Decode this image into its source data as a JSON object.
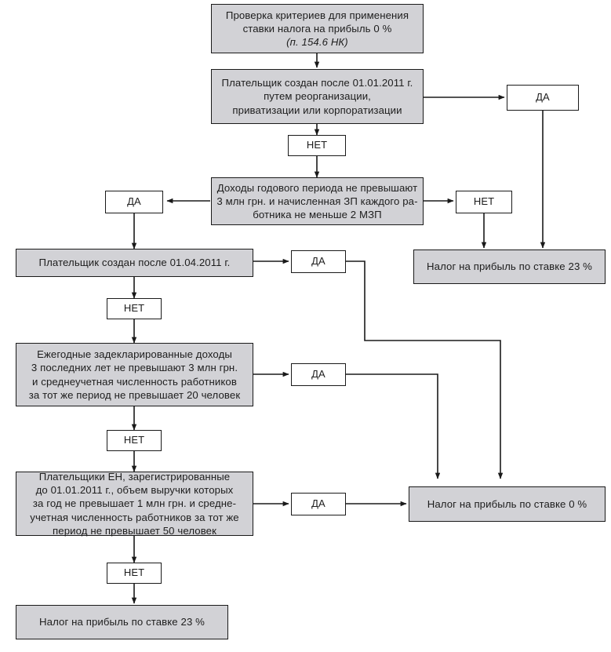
{
  "diagram": {
    "title": "Проверка критериев для применения ставки налога на прибыль 0 %",
    "colors": {
      "process_fill": "#d2d2d6",
      "decision_fill": "#ffffff",
      "stroke": "#1a1a1a",
      "text": "#1d1d1d",
      "background": "#ffffff"
    }
  },
  "nodes": {
    "start": {
      "line1": "Проверка критериев для применения",
      "line2": "ставки налога на прибыль 0 %",
      "line3": "(п. 154.6 НК)"
    },
    "cond_reorg": {
      "line1": "Плательщик создан после 01.01.2011 г.",
      "line2": "путем реорганизации,",
      "line3": "приватизации или корпоратизации"
    },
    "cond_income": {
      "line1": "Доходы годового периода не превышают",
      "line2": "3 млн грн. и начисленная ЗП каждого ра-",
      "line3": "ботника не меньше 2 МЗП"
    },
    "cond_april": {
      "line1": "Плательщик создан после 01.04.2011 г."
    },
    "cond_declared": {
      "line1": "Ежегодные задекларированные доходы",
      "line2": "3 последних лет не превышают 3 млн грн.",
      "line3": "и среднеучетная численность работников",
      "line4": "за тот же период не превышает 20 человек"
    },
    "cond_en": {
      "line1": "Плательщики ЕН, зарегистрированные",
      "line2": "до 01.01.2011 г., объем выручки которых",
      "line3": "за год не превышает 1 млн грн. и средне-",
      "line4": "учетная численность работников за тот же",
      "line5": "период не превышает 50 человек"
    },
    "result_23_right": {
      "line1": "Налог на прибыль по ставке 23 %"
    },
    "result_0": {
      "line1": "Налог на прибыль по ставке 0 %"
    },
    "result_23_bottom": {
      "line1": "Налог на прибыль по ставке 23 %"
    }
  },
  "labels": {
    "yes": "ДА",
    "no": "НЕТ",
    "yes_reorg": "ДА",
    "no_reorg": "НЕТ",
    "yes_income": "ДА",
    "no_income": "НЕТ",
    "yes_april": "ДА",
    "no_april": "НЕТ",
    "yes_declared": "ДА",
    "no_declared": "НЕТ",
    "yes_en": "ДА",
    "no_en": "НЕТ"
  },
  "chart_data": {
    "type": "flowchart",
    "title": "Проверка критериев для применения ставки налога на прибыль 0 % (п. 154.6 НК)",
    "orientation": "top-down",
    "nodes": [
      {
        "id": "start",
        "shape": "process",
        "fill": "#d2d2d6",
        "text": "Проверка критериев для применения ставки налога на прибыль 0 % (п. 154.6 НК)"
      },
      {
        "id": "cond_reorg",
        "shape": "process",
        "fill": "#d2d2d6",
        "text": "Плательщик создан после 01.01.2011 г. путем реорганизации, приватизации или корпоратизации"
      },
      {
        "id": "yes_reorg",
        "shape": "label",
        "fill": "#ffffff",
        "text": "ДА"
      },
      {
        "id": "no_reorg",
        "shape": "label",
        "fill": "#ffffff",
        "text": "НЕТ"
      },
      {
        "id": "cond_income",
        "shape": "process",
        "fill": "#d2d2d6",
        "text": "Доходы годового периода не превышают 3 млн грн. и начисленная ЗП каждого работника не меньше 2 МЗП"
      },
      {
        "id": "yes_income",
        "shape": "label",
        "fill": "#ffffff",
        "text": "ДА"
      },
      {
        "id": "no_income",
        "shape": "label",
        "fill": "#ffffff",
        "text": "НЕТ"
      },
      {
        "id": "cond_april",
        "shape": "process",
        "fill": "#d2d2d6",
        "text": "Плательщик создан после 01.04.2011 г."
      },
      {
        "id": "yes_april",
        "shape": "label",
        "fill": "#ffffff",
        "text": "ДА"
      },
      {
        "id": "no_april",
        "shape": "label",
        "fill": "#ffffff",
        "text": "НЕТ"
      },
      {
        "id": "cond_declared",
        "shape": "process",
        "fill": "#d2d2d6",
        "text": "Ежегодные задекларированные доходы 3 последних лет не превышают 3 млн грн. и среднеучетная численность работников за тот же период не превышает 20 человек"
      },
      {
        "id": "yes_declared",
        "shape": "label",
        "fill": "#ffffff",
        "text": "ДА"
      },
      {
        "id": "no_declared",
        "shape": "label",
        "fill": "#ffffff",
        "text": "НЕТ"
      },
      {
        "id": "cond_en",
        "shape": "process",
        "fill": "#d2d2d6",
        "text": "Плательщики ЕН, зарегистрированные до 01.01.2011 г., объем выручки которых за год не превышает 1 млн грн. и среднеучетная численность работников за тот же период не превышает 50 человек"
      },
      {
        "id": "yes_en",
        "shape": "label",
        "fill": "#ffffff",
        "text": "ДА"
      },
      {
        "id": "no_en",
        "shape": "label",
        "fill": "#ffffff",
        "text": "НЕТ"
      },
      {
        "id": "result_23_right",
        "shape": "process",
        "fill": "#d2d2d6",
        "text": "Налог на прибыль по ставке 23 %"
      },
      {
        "id": "result_0",
        "shape": "process",
        "fill": "#d2d2d6",
        "text": "Налог на прибыль по ставке 0 %"
      },
      {
        "id": "result_23_bottom",
        "shape": "process",
        "fill": "#d2d2d6",
        "text": "Налог на прибыль по ставке 23 %"
      }
    ],
    "edges": [
      {
        "from": "start",
        "to": "cond_reorg",
        "label": ""
      },
      {
        "from": "cond_reorg",
        "to": "yes_reorg",
        "label": "ДА"
      },
      {
        "from": "cond_reorg",
        "to": "no_reorg",
        "label": "НЕТ"
      },
      {
        "from": "yes_reorg",
        "to": "result_23_right",
        "label": ""
      },
      {
        "from": "no_reorg",
        "to": "cond_income",
        "label": ""
      },
      {
        "from": "cond_income",
        "to": "yes_income",
        "label": "ДА"
      },
      {
        "from": "cond_income",
        "to": "no_income",
        "label": "НЕТ"
      },
      {
        "from": "no_income",
        "to": "result_23_right",
        "label": ""
      },
      {
        "from": "yes_income",
        "to": "cond_april",
        "label": ""
      },
      {
        "from": "cond_april",
        "to": "yes_april",
        "label": "ДА"
      },
      {
        "from": "cond_april",
        "to": "no_april",
        "label": "НЕТ"
      },
      {
        "from": "yes_april",
        "to": "result_0",
        "label": ""
      },
      {
        "from": "no_april",
        "to": "cond_declared",
        "label": ""
      },
      {
        "from": "cond_declared",
        "to": "yes_declared",
        "label": "ДА"
      },
      {
        "from": "cond_declared",
        "to": "no_declared",
        "label": "НЕТ"
      },
      {
        "from": "yes_declared",
        "to": "result_0",
        "label": ""
      },
      {
        "from": "no_declared",
        "to": "cond_en",
        "label": ""
      },
      {
        "from": "cond_en",
        "to": "yes_en",
        "label": "ДА"
      },
      {
        "from": "cond_en",
        "to": "no_en",
        "label": "НЕТ"
      },
      {
        "from": "yes_en",
        "to": "result_0",
        "label": ""
      },
      {
        "from": "no_en",
        "to": "result_23_bottom",
        "label": ""
      }
    ]
  }
}
